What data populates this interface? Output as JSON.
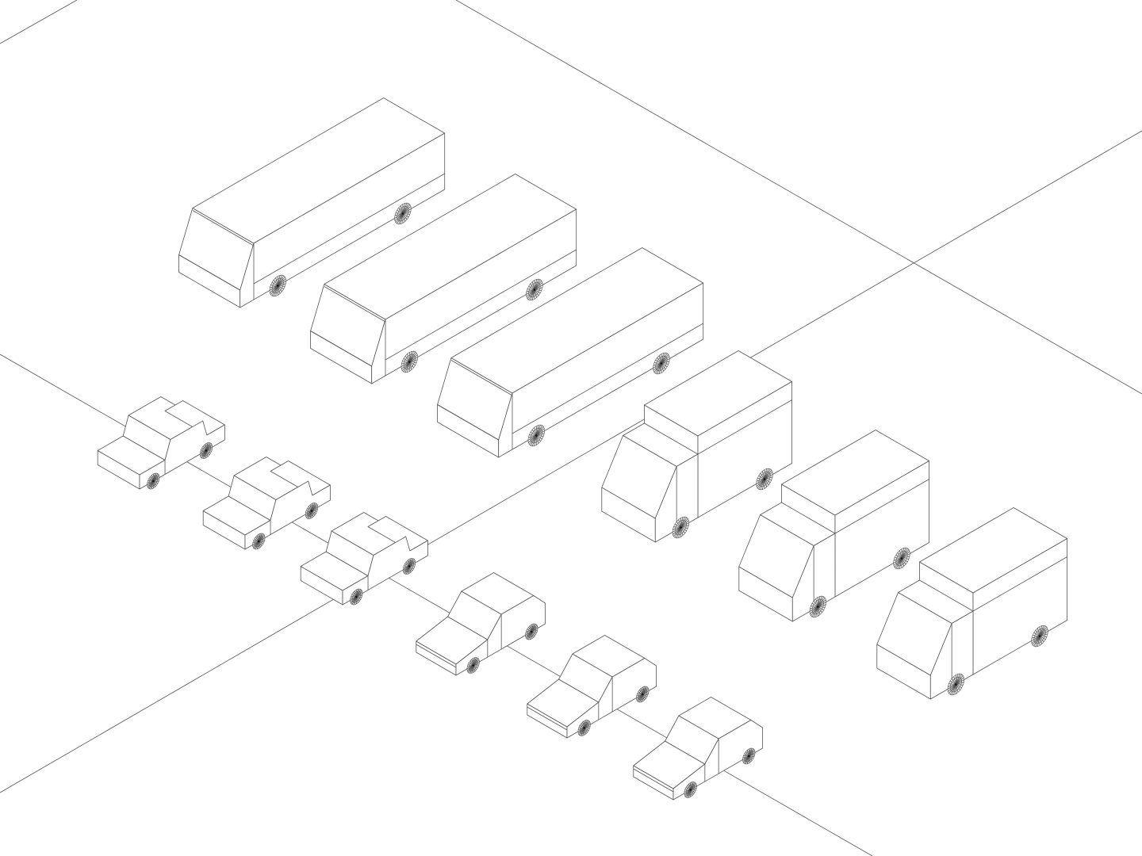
{
  "colors": {
    "background": "#ffffff",
    "stroke": "#555555"
  },
  "scene": {
    "vehicles": [
      "bus",
      "bus",
      "bus",
      "truck",
      "truck",
      "truck",
      "sedan",
      "sedan",
      "sedan",
      "hatchback",
      "hatchback",
      "hatchback"
    ]
  }
}
